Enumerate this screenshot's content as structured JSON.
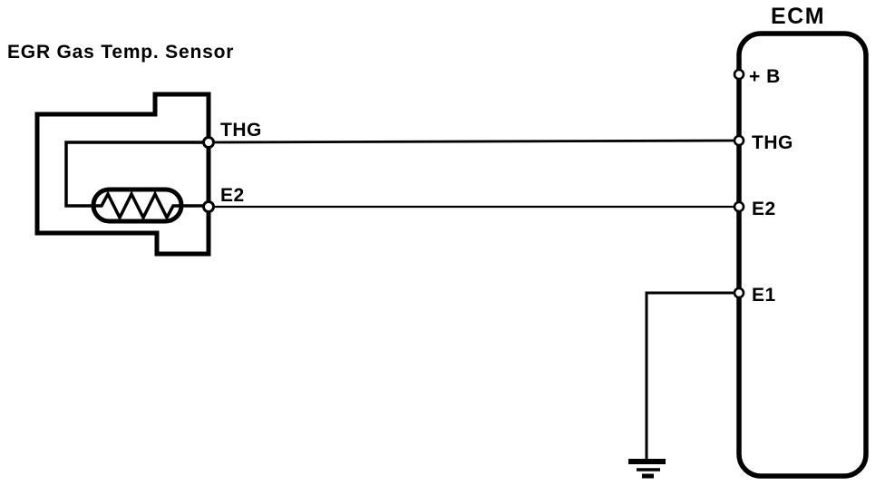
{
  "diagram": {
    "title": "EGR Gas Temp. Sensor",
    "colors": {
      "line": "#000000",
      "background": "#ffffff",
      "terminal_fill": "#ffffff"
    },
    "sensor": {
      "component": "thermistor",
      "pins": {
        "thg": "THG",
        "e2": "E2"
      }
    },
    "ecm": {
      "label": "ECM",
      "pins": {
        "b": "+ B",
        "thg": "THG",
        "e2": "E2",
        "e1": "E1"
      }
    },
    "connections": [
      {
        "from": "sensor THG",
        "to": "ECM THG"
      },
      {
        "from": "sensor E2",
        "to": "ECM E2"
      },
      {
        "from": "ECM E1",
        "to": "ground"
      }
    ]
  }
}
